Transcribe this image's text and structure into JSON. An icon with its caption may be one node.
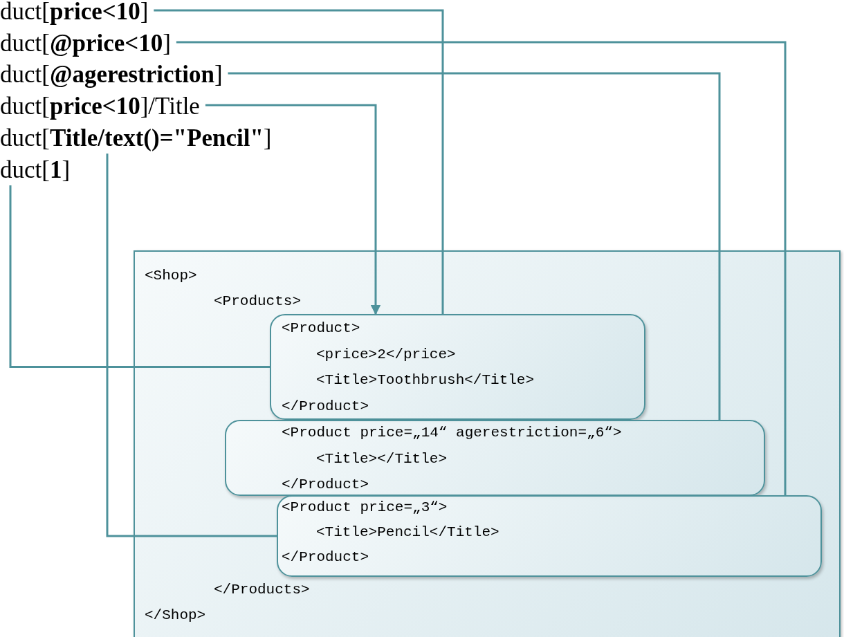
{
  "diagram": {
    "nodes": [
      {
        "text": [
          "duct[**price<10**]"
        ]
      },
      {
        "text": [
          "duct[**@price<10**]"
        ]
      },
      {
        "text": [
          "duct[**@agerestriction**]"
        ]
      },
      {
        "text": [
          "duct[**price<10**]/Title"
        ]
      },
      {
        "text": [
          "duct[**Title/text()=\"Pencil\"**]"
        ]
      },
      {
        "text": [
          "duct[**1**]"
        ]
      },
      {
        "text": [
          "<Shop>",
          "<Products>",
          "</Products>",
          "</Shop>"
        ]
      },
      {
        "text": [
          "<Product>",
          "<price>2</price>",
          "<Title>Toothbrush</Title>",
          "</Product>"
        ],
        "in": 6
      },
      {
        "text": [
          "<Product price=„14“ agerestriction=„6“>",
          "<Title></Title>",
          "</Product>"
        ],
        "in": 6
      },
      {
        "text": [
          "<Product price=„3“>",
          "<Title>Pencil</Title>",
          "</Product>"
        ],
        "in": 6
      }
    ],
    "edges": [
      {
        "from": 0,
        "to": 7,
        "arrow": "none"
      },
      {
        "from": 1,
        "to": 9,
        "arrow": "none"
      },
      {
        "from": 2,
        "to": 8,
        "arrow": "none"
      },
      {
        "from": 3,
        "to": 7,
        "arrow": "to"
      },
      {
        "from": 4,
        "to": 9,
        "arrow": "none"
      },
      {
        "from": 5,
        "to": 7,
        "arrow": "none"
      }
    ]
  }
}
